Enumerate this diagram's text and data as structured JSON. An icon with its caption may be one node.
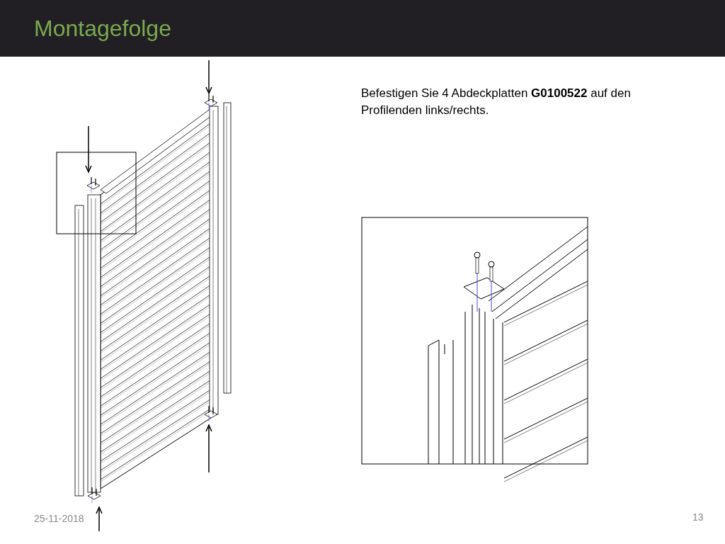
{
  "diagram": {
    "title": "Montagefolge",
    "labels": [
      "Befestigen Sie 4 Abdeckplatten **G0100522** auf den Profilenden links/rechts.",
      "25-11-2018",
      "13"
    ]
  }
}
